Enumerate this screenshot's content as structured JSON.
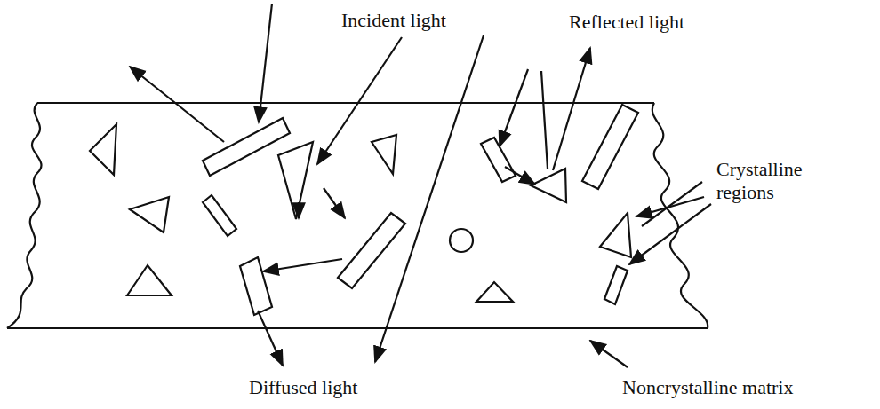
{
  "diagram": {
    "labels": [
      "Incident light",
      "Reflected light",
      "Crystalline regions",
      "Diffused light",
      "Noncrystalline matrix"
    ]
  }
}
